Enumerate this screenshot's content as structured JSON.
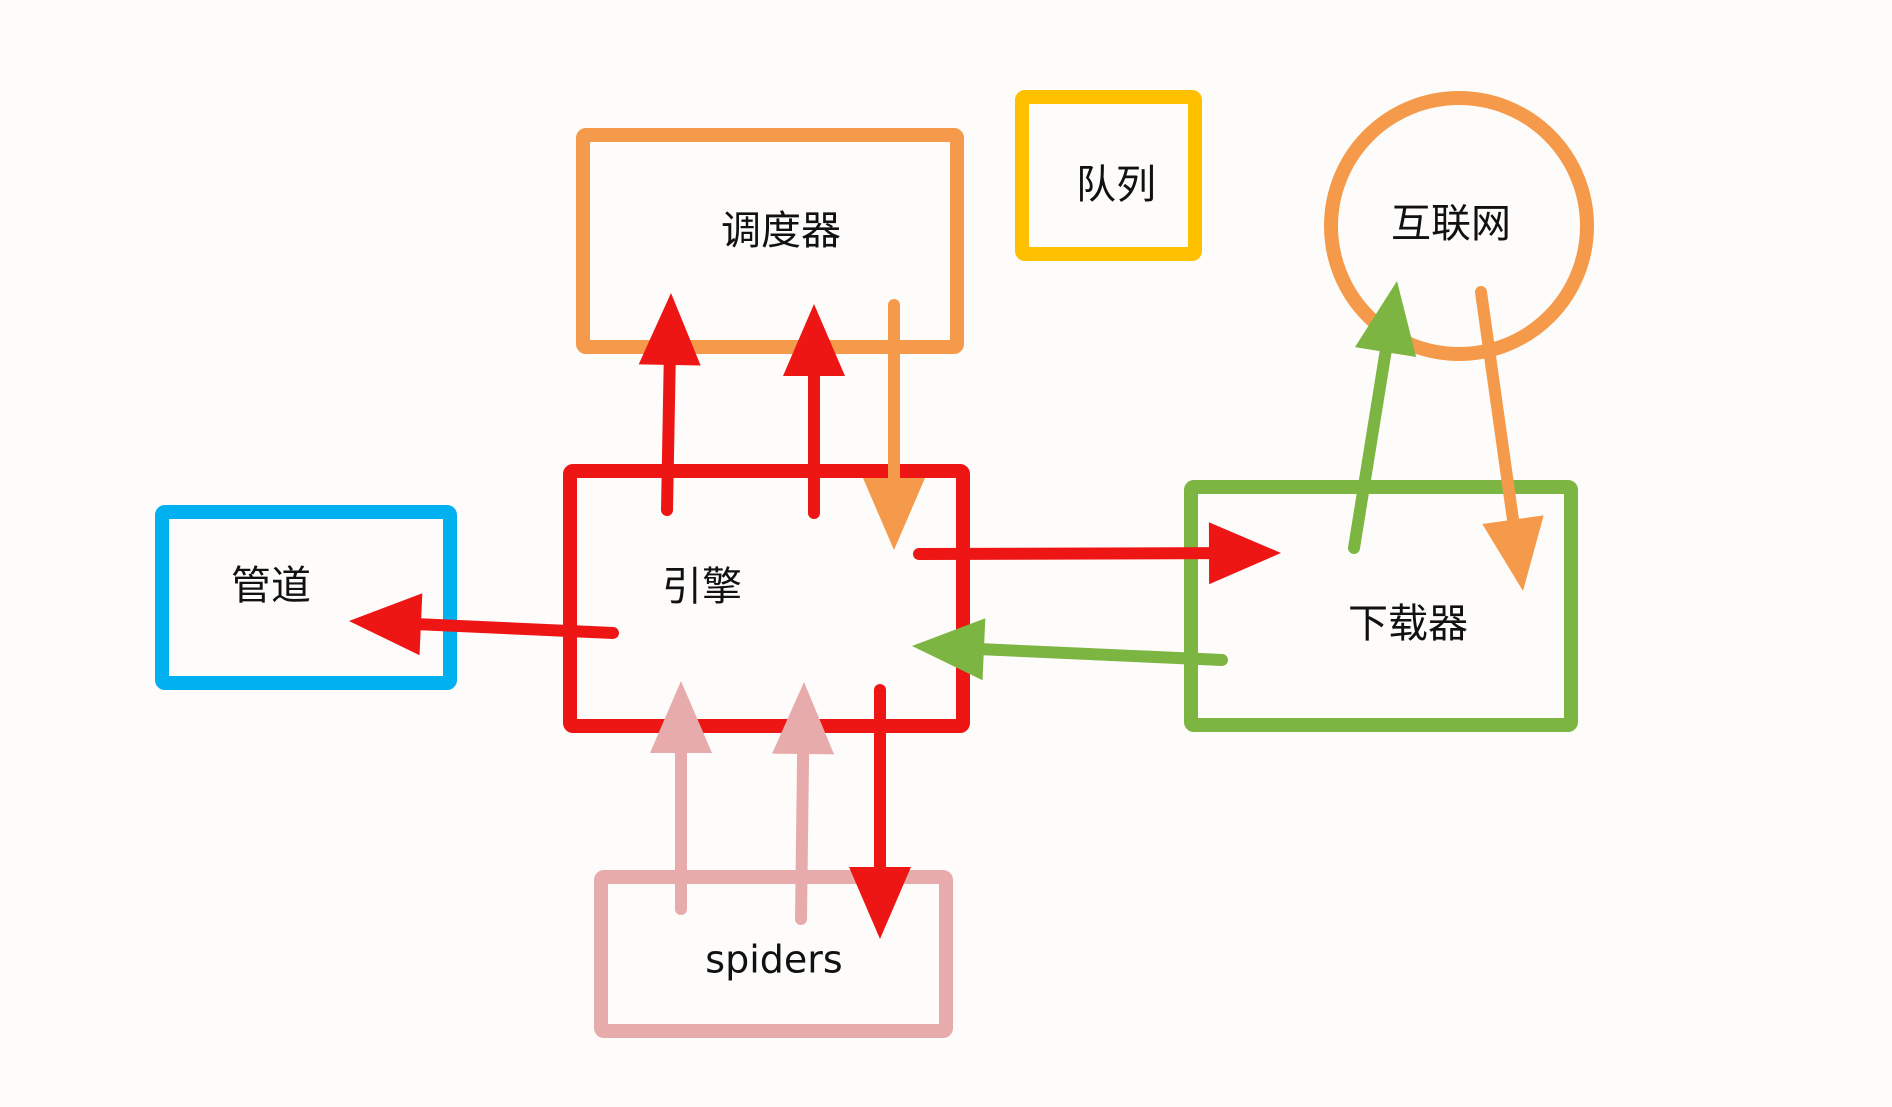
{
  "nodes": {
    "scheduler": {
      "label": "调度器"
    },
    "queue": {
      "label": "队列"
    },
    "internet": {
      "label": "互联网"
    },
    "pipeline": {
      "label": "管道"
    },
    "engine": {
      "label": "引擎"
    },
    "downloader": {
      "label": "下载器"
    },
    "spiders": {
      "label": "spiders"
    }
  },
  "colors": {
    "background": "#FEFCFA",
    "text": "#111111",
    "red": "#EE1515",
    "orange": "#F59A4A",
    "yellow": "#FFC000",
    "blue": "#00B0EF",
    "green": "#7DB543",
    "pink": "#E7ABAB"
  }
}
